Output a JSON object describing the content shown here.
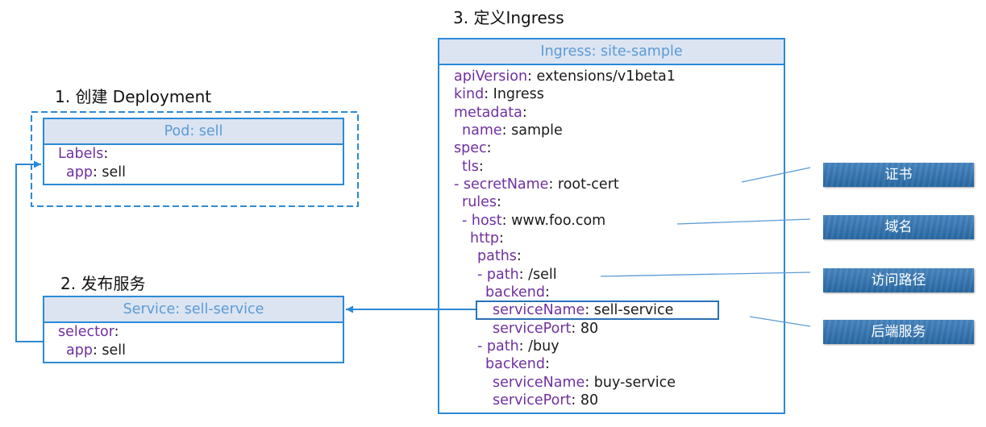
{
  "steps": {
    "deployment": "1. 创建 Deployment",
    "service": "2. 发布服务",
    "ingress": "3. 定义Ingress"
  },
  "pod": {
    "header": "Pod: sell",
    "lines": [
      {
        "key": "Labels",
        "rest": ":"
      },
      {
        "key": "app",
        "rest": ": sell"
      }
    ]
  },
  "service": {
    "header": "Service: sell-service",
    "lines": [
      {
        "key": "selector",
        "rest": ":"
      },
      {
        "key": "app",
        "rest": ": sell"
      }
    ]
  },
  "ingress": {
    "header": "Ingress: site-sample",
    "lines": [
      {
        "key": "apiVersion",
        "rest": ": extensions/v1beta1"
      },
      {
        "key": "kind",
        "rest": ": Ingress"
      },
      {
        "key": "metadata",
        "rest": ":"
      },
      {
        "key": "name",
        "rest": ": sample"
      },
      {
        "key": "spec",
        "rest": ":"
      },
      {
        "key": "tls",
        "rest": ":"
      },
      {
        "key": "- secretName",
        "rest": ": root-cert"
      },
      {
        "key": "rules",
        "rest": ":"
      },
      {
        "key": "- host",
        "rest": ": www.foo.com"
      },
      {
        "key": "http",
        "rest": ":"
      },
      {
        "key": "paths",
        "rest": ":"
      },
      {
        "key": "- path",
        "rest": ": /sell"
      },
      {
        "key": "backend",
        "rest": ":"
      },
      {
        "key": "serviceName",
        "rest": ": sell-service"
      },
      {
        "key": "servicePort",
        "rest": ": 80"
      },
      {
        "key": "- path",
        "rest": ": /buy"
      },
      {
        "key": "backend",
        "rest": ":"
      },
      {
        "key": "serviceName",
        "rest": ": buy-service"
      },
      {
        "key": "servicePort",
        "rest": ": 80"
      }
    ]
  },
  "annotations": [
    {
      "label": "证书"
    },
    {
      "label": "域名"
    },
    {
      "label": "访问路径"
    },
    {
      "label": "后端服务"
    }
  ],
  "colors": {
    "border": "#2b8ad6",
    "header_bg": "#dce4f2",
    "header_text": "#5b9bd5",
    "key_text": "#7030a0",
    "value_text": "#1a1a1a",
    "annotation_bg": "#2e75b6",
    "annotation_text": "#ffffff",
    "connector": "#5b9bd5",
    "highlight": "#2a70b5"
  }
}
